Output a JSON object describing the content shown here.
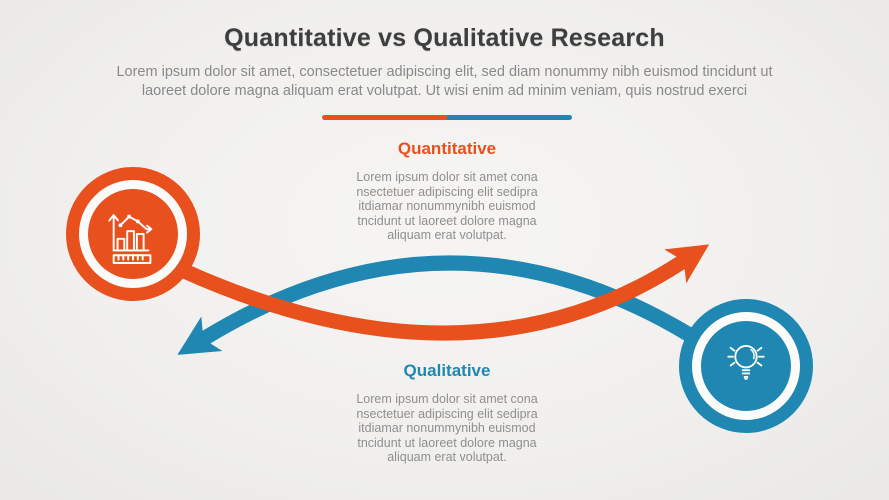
{
  "header": {
    "title": "Quantitative vs Qualitative Research",
    "subtitle_lines": [
      "Lorem ipsum dolor sit amet, consectetuer adipiscing elit, sed diam nonummy nibh euismod tincidunt ut",
      "laoreet dolore magna aliquam erat volutpat. Ut wisi enim ad minim veniam, quis nostrud exerci"
    ]
  },
  "sections": {
    "quantitative": {
      "label": "Quantitative",
      "icon": "bar-chart-icon",
      "accent_color": "#e8501e",
      "body_lines": [
        "Lorem ipsum dolor sit amet cona",
        "nsectetuer adipiscing elit sedipra",
        "itdiamar nonummynibh euismod",
        "tncidunt ut laoreet dolore magna",
        "aliquam erat volutpat."
      ]
    },
    "qualitative": {
      "label": "Qualitative",
      "icon": "lightbulb-icon",
      "accent_color": "#1f87b2",
      "body_lines": [
        "Lorem ipsum dolor sit amet cona",
        "nsectetuer adipiscing elit sedipra",
        "itdiamar nonummynibh euismod",
        "tncidunt ut laoreet dolore magna",
        "aliquam erat volutpat."
      ]
    }
  },
  "colors": {
    "orange": "#e8501e",
    "blue": "#1f87b2",
    "title_text": "#3e3e3e",
    "body_text": "#8f8f8f",
    "background": "#f1f0ee"
  }
}
